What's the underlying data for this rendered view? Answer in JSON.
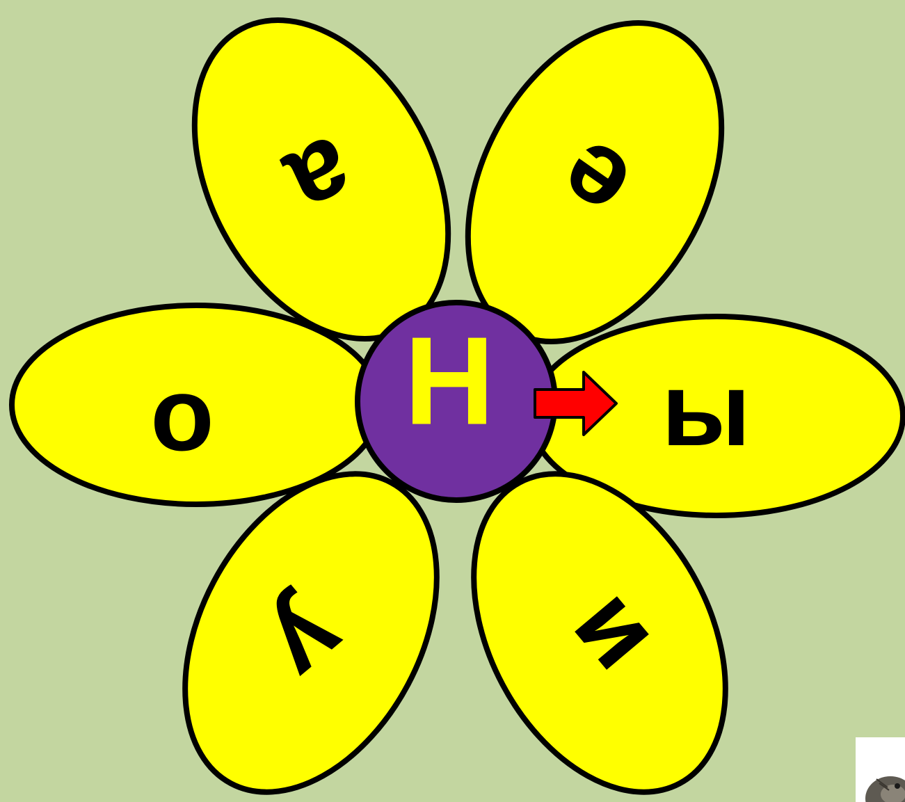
{
  "flower": {
    "center_letter": "Н",
    "petals": {
      "top_left": "а",
      "top_right": "е",
      "left": "о",
      "right": "ы",
      "bottom_left": "у",
      "bottom_right": "и"
    }
  },
  "colors": {
    "background": "#c3d6a0",
    "petal": "#ffff00",
    "center": "#7030a0",
    "center_letter": "#ffff00",
    "arrow": "#ff0000"
  },
  "photo": {
    "icon": "mouse-photo-icon"
  }
}
